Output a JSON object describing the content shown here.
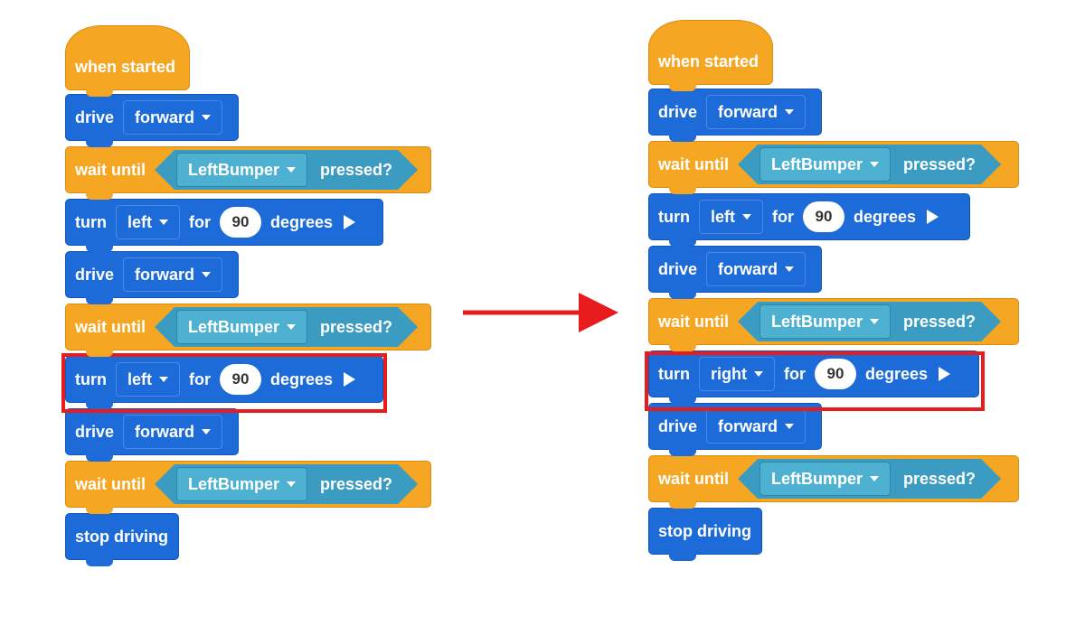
{
  "stacks": [
    {
      "hat": "when started",
      "b1": {
        "cmd": "drive",
        "dir": "forward"
      },
      "w1": {
        "cmd": "wait until",
        "sensor": "LeftBumper",
        "cond": "pressed?"
      },
      "t1": {
        "cmd": "turn",
        "dir": "left",
        "for": "for",
        "value": "90",
        "unit": "degrees"
      },
      "b2": {
        "cmd": "drive",
        "dir": "forward"
      },
      "w2": {
        "cmd": "wait until",
        "sensor": "LeftBumper",
        "cond": "pressed?"
      },
      "t2": {
        "cmd": "turn",
        "dir": "left",
        "for": "for",
        "value": "90",
        "unit": "degrees"
      },
      "b3": {
        "cmd": "drive",
        "dir": "forward"
      },
      "w3": {
        "cmd": "wait until",
        "sensor": "LeftBumper",
        "cond": "pressed?"
      },
      "end": "stop driving"
    },
    {
      "hat": "when started",
      "b1": {
        "cmd": "drive",
        "dir": "forward"
      },
      "w1": {
        "cmd": "wait until",
        "sensor": "LeftBumper",
        "cond": "pressed?"
      },
      "t1": {
        "cmd": "turn",
        "dir": "left",
        "for": "for",
        "value": "90",
        "unit": "degrees"
      },
      "b2": {
        "cmd": "drive",
        "dir": "forward"
      },
      "w2": {
        "cmd": "wait until",
        "sensor": "LeftBumper",
        "cond": "pressed?"
      },
      "t2": {
        "cmd": "turn",
        "dir": "right",
        "for": "for",
        "value": "90",
        "unit": "degrees"
      },
      "b3": {
        "cmd": "drive",
        "dir": "forward"
      },
      "w3": {
        "cmd": "wait until",
        "sensor": "LeftBumper",
        "cond": "pressed?"
      },
      "end": "stop driving"
    }
  ],
  "colors": {
    "motion": "#1c6bd9",
    "control": "#f5a623",
    "sensing": "#3c9bc1",
    "highlight": "#e81c1c"
  },
  "icons": {
    "arrow": "right-arrow-icon",
    "dropdown": "chevron-down-icon",
    "run": "play-icon"
  }
}
